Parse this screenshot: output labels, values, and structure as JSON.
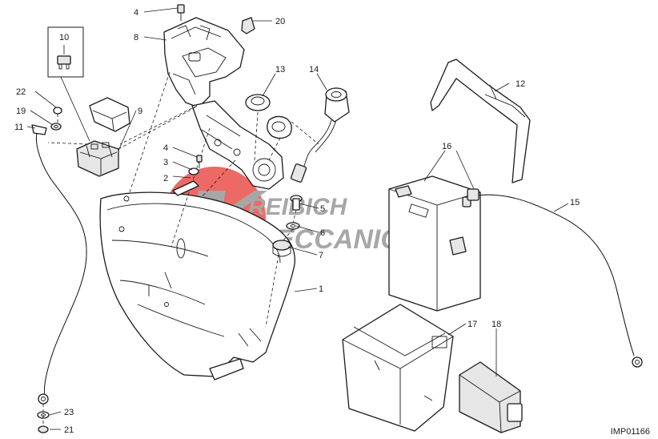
{
  "diagram": {
    "drawing_code": "IMP01166",
    "watermark": {
      "line1": "REIBICH",
      "line2": "ECCANICA",
      "initials": "K M",
      "color": "#e8403a"
    },
    "callouts": [
      {
        "id": "c1",
        "label": "1"
      },
      {
        "id": "c2",
        "label": "2"
      },
      {
        "id": "c3",
        "label": "3"
      },
      {
        "id": "c4a",
        "label": "4"
      },
      {
        "id": "c4b",
        "label": "4"
      },
      {
        "id": "c5",
        "label": "5"
      },
      {
        "id": "c6",
        "label": "6"
      },
      {
        "id": "c7",
        "label": "7"
      },
      {
        "id": "c8",
        "label": "8"
      },
      {
        "id": "c9",
        "label": "9"
      },
      {
        "id": "c10",
        "label": "10"
      },
      {
        "id": "c11",
        "label": "11"
      },
      {
        "id": "c12",
        "label": "12"
      },
      {
        "id": "c13",
        "label": "13"
      },
      {
        "id": "c14",
        "label": "14"
      },
      {
        "id": "c15",
        "label": "15"
      },
      {
        "id": "c16",
        "label": "16"
      },
      {
        "id": "c17",
        "label": "17"
      },
      {
        "id": "c18",
        "label": "18"
      },
      {
        "id": "c19",
        "label": "19"
      },
      {
        "id": "c20",
        "label": "20"
      },
      {
        "id": "c21",
        "label": "21"
      },
      {
        "id": "c22",
        "label": "22"
      },
      {
        "id": "c23",
        "label": "23"
      }
    ]
  }
}
